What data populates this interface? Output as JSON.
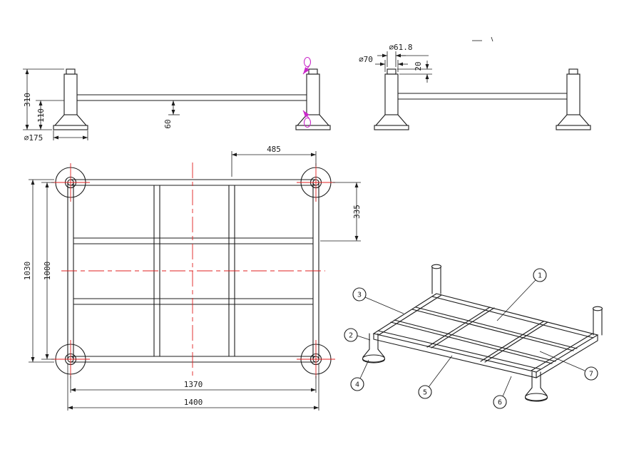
{
  "drawing": {
    "front_view": {
      "dim_height": "310",
      "dim_foot_height": "110",
      "dim_foot_dia": "∅175",
      "dim_gap": "60"
    },
    "side_view": {
      "dim_post_dia": "∅61.8",
      "dim_leg_dia": "∅70",
      "dim_top": "20"
    },
    "plan_view": {
      "dim_bay": "485",
      "dim_row": "335",
      "dim_outer_height": "1030",
      "dim_center_height": "1000",
      "dim_center_width": "1370",
      "dim_outer_width": "1400"
    },
    "iso_view": {
      "balloons": [
        "1",
        "2",
        "3",
        "4",
        "5",
        "6",
        "7"
      ]
    }
  },
  "colors": {
    "line": "#1c1c1c",
    "centerline": "#e02020",
    "section_mark": "#c928c9",
    "background": "#ffffff"
  }
}
